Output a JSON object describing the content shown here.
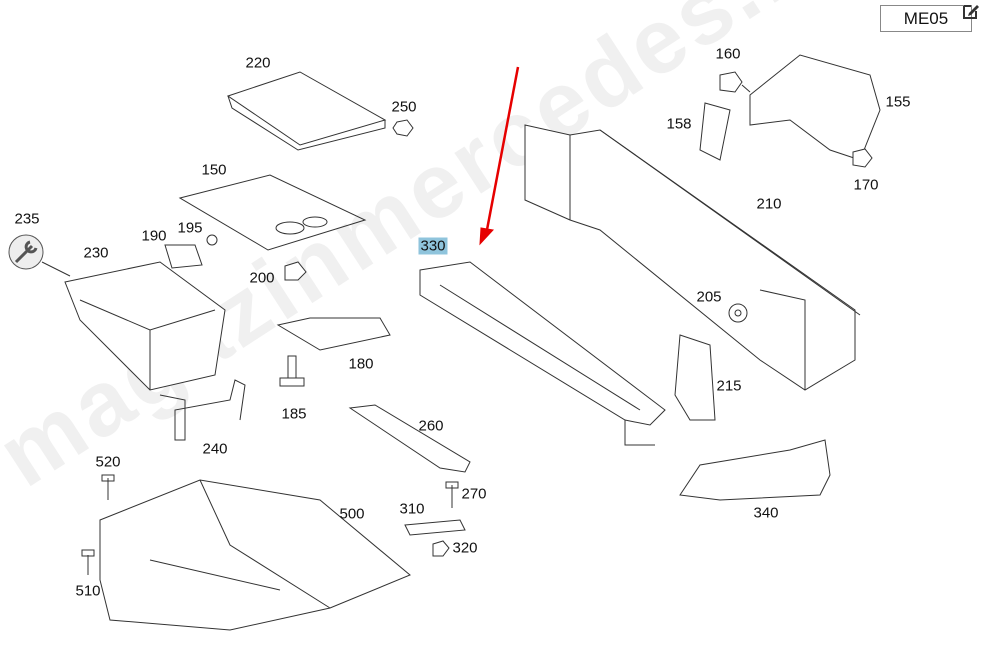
{
  "header": {
    "code": "ME05"
  },
  "watermark": "magazinmercedes.ru",
  "highlight_color": "#8fc4dc",
  "arrow_color": "#e60000",
  "parts": {
    "p220": "220",
    "p250": "250",
    "p150": "150",
    "p235": "235",
    "p230": "230",
    "p190": "190",
    "p195": "195",
    "p200": "200",
    "p180": "180",
    "p185": "185",
    "p240": "240",
    "p520": "520",
    "p500": "500",
    "p510": "510",
    "p260": "260",
    "p270": "270",
    "p310": "310",
    "p320": "320",
    "p330": "330",
    "p160": "160",
    "p158": "158",
    "p155": "155",
    "p170": "170",
    "p210": "210",
    "p205": "205",
    "p215": "215",
    "p340": "340"
  }
}
